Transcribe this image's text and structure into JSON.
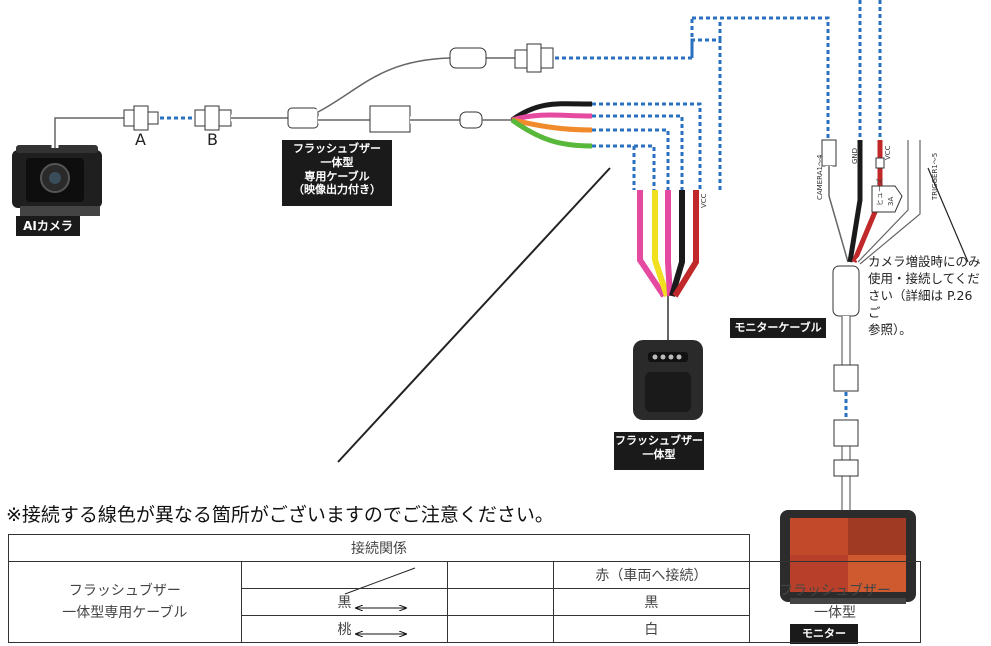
{
  "labels": {
    "connector_a": "A",
    "connector_b": "B",
    "ai_camera": "AIカメラ",
    "cable_tag": "フラッシュブザー\n一体型\n専用ケーブル\n（映像出力付き）",
    "buzzer_tag": "フラッシュブザー\n一体型",
    "monitor_cable_tag": "モニターケーブル",
    "monitor_tag": "モニター",
    "vcc_buzzer": "VCC",
    "camera_label": "CAMERA1～4",
    "gnd_label": "GND",
    "vcc_monitor": "VCC",
    "fuse_label": "ヒューズ",
    "fuse_value": "3A",
    "trigger_label": "TRIGGER1～5",
    "extension_note": "カメラ増設時にのみ\n使用・接続してくだ\nさい（詳細は P.26 ご\n参照）。"
  },
  "warning_text": "※接続する線色が異なる箇所がございますのでご注意ください。",
  "table": {
    "header": "接続関係",
    "left_label": "フラッシュブザー\n一体型専用ケーブル",
    "right_top": "赤（車両へ接続）",
    "right_label": "フラッシュブザー\n一体型",
    "rows": [
      {
        "left": "黒",
        "right": "黒"
      },
      {
        "left": "桃",
        "right": "白"
      }
    ]
  },
  "colors": {
    "dashed_wire": "#2a6fc0",
    "red_wire": "#c0282a",
    "pink_wire": "#e64aa0",
    "yellow_wire": "#f0e020",
    "orange_wire": "#f08a2a",
    "green_wire": "#58b83a",
    "black_wire": "#1a1a1a"
  }
}
